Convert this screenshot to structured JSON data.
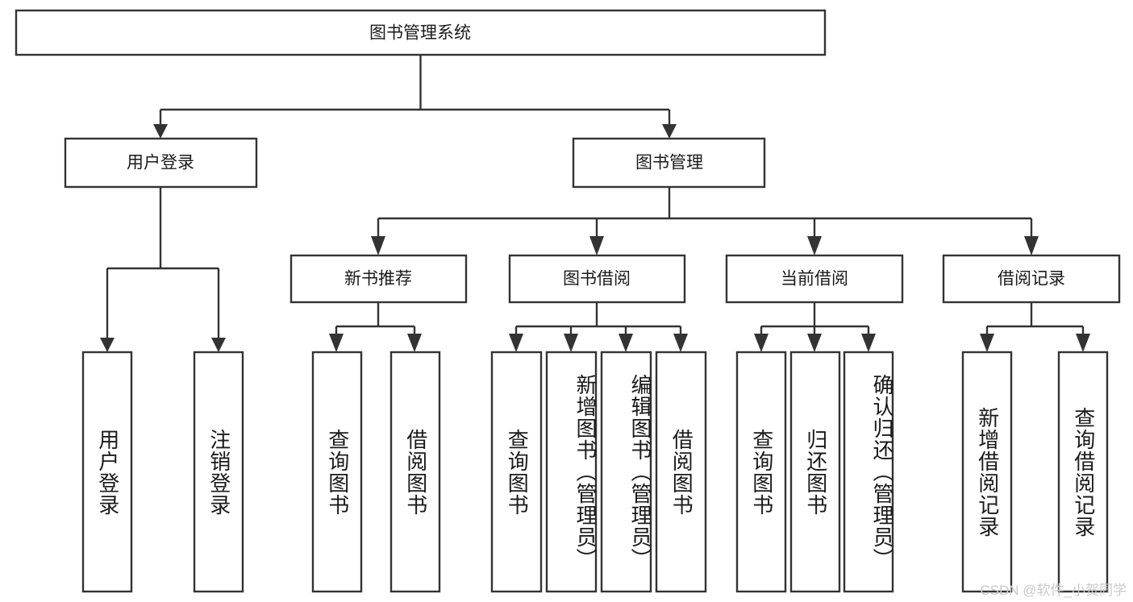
{
  "diagram": {
    "title": "图书管理系统",
    "type": "tree-hierarchy",
    "watermark": "CSDN @软件_小贺同学",
    "colors": {
      "stroke": "#333333",
      "fill": "#ffffff",
      "text": "#1a1a1a",
      "watermark": "#c9c9c9"
    },
    "root": {
      "label": "图书管理系统"
    },
    "level2": [
      {
        "label": "用户登录"
      },
      {
        "label": "图书管理"
      }
    ],
    "level3": [
      {
        "label": "新书推荐"
      },
      {
        "label": "图书借阅"
      },
      {
        "label": "当前借阅"
      },
      {
        "label": "借阅记录"
      }
    ],
    "leaves": {
      "user_login": [
        {
          "label": "用户登录"
        },
        {
          "label": "注销登录"
        }
      ],
      "new_book_recommend": [
        {
          "label": "查询图书"
        },
        {
          "label": "借阅图书"
        }
      ],
      "book_borrow": [
        {
          "label": "查询图书"
        },
        {
          "label": "新增图书（管理员）"
        },
        {
          "label": "编辑图书（管理员）"
        },
        {
          "label": "借阅图书"
        }
      ],
      "current_borrow": [
        {
          "label": "查询图书"
        },
        {
          "label": "归还图书"
        },
        {
          "label": "确认归还（管理员）"
        }
      ],
      "borrow_record": [
        {
          "label": "新增借阅记录"
        },
        {
          "label": "查询借阅记录"
        }
      ]
    }
  }
}
